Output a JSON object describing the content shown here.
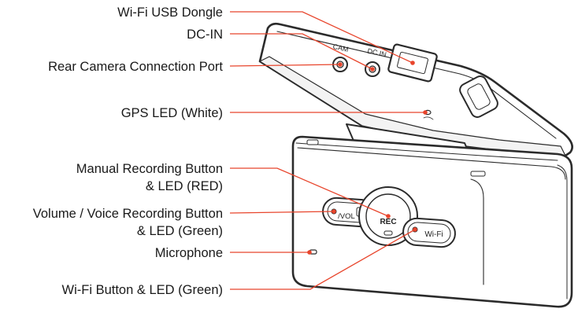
{
  "callouts": [
    {
      "id": "wifi-usb-dongle",
      "lines": [
        "Wi-Fi USB Dongle"
      ]
    },
    {
      "id": "dc-in",
      "lines": [
        "DC-IN"
      ]
    },
    {
      "id": "rear-camera-port",
      "lines": [
        "Rear Camera Connection Port"
      ]
    },
    {
      "id": "gps-led",
      "lines": [
        "GPS LED (White)"
      ]
    },
    {
      "id": "manual-recording",
      "lines": [
        "Manual Recording Button",
        "& LED (RED)"
      ]
    },
    {
      "id": "volume-voice",
      "lines": [
        "Volume / Voice Recording Button",
        "& LED (Green)"
      ]
    },
    {
      "id": "microphone",
      "lines": [
        "Microphone"
      ]
    },
    {
      "id": "wifi-button",
      "lines": [
        "Wi-Fi Button & LED (Green)"
      ]
    }
  ],
  "device_labels": {
    "cam": "CAM",
    "dc_in": "DC IN",
    "rec": "REC",
    "vol": "/VOL",
    "wifi": "Wi-Fi"
  },
  "colors": {
    "leader": "#e8452c",
    "outline": "#2b2b2b",
    "device_fill": "#ffffff",
    "shade": "#f1f1f1"
  }
}
